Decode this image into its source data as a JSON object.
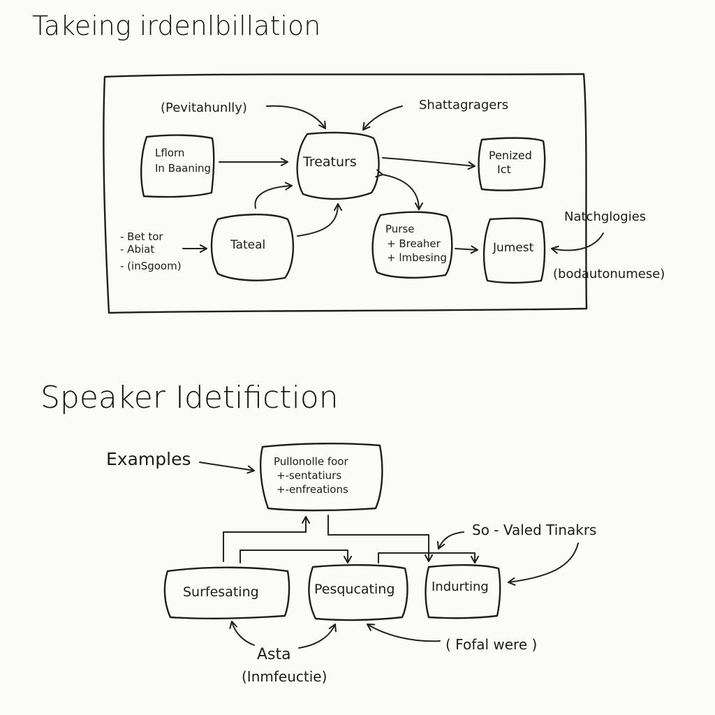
{
  "section1": {
    "title": "Takeing irdenlbillation",
    "labels": {
      "pevitahunlly": "(Pevitahunlly)",
      "shattagragers": "Shattagragers",
      "natchglogies": "Natchglogies",
      "bodautonumese": "(bodautonumese)",
      "list_items": [
        "- Bet tor",
        "- Abiat",
        "- (inSgoom)"
      ]
    },
    "nodes": {
      "lflorn": [
        "Lflorn",
        "In Baaning"
      ],
      "treaturs": [
        "Treaturs"
      ],
      "penized": [
        "Penized",
        "Ict"
      ],
      "tateal": [
        "Tateal"
      ],
      "purse": [
        "Purse",
        "+ Breaher",
        "+ lmbesing"
      ],
      "jumest": [
        "Jumest"
      ]
    }
  },
  "section2": {
    "title": "Speaker Idetifiction",
    "labels": {
      "examples": "Examples",
      "so_valed": "So - Valed Tinakrs",
      "fofal_were": "( Fofal were )",
      "asta": "Asta",
      "inmfeuctie": "(Inmfeuctie)"
    },
    "nodes": {
      "pullonolle": [
        "Pullonolle foor",
        "+-sentatiurs",
        "+-enfreations"
      ],
      "surfesating": [
        "Surfesating"
      ],
      "pesqucating": [
        "Pesqucating"
      ],
      "indurting": [
        "Indurting"
      ]
    }
  }
}
